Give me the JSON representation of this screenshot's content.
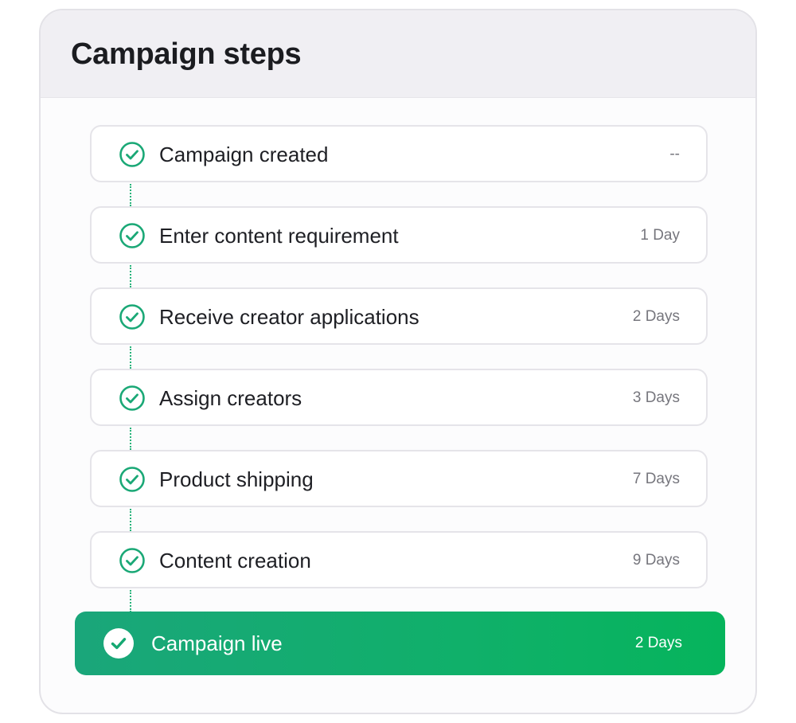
{
  "card": {
    "title": "Campaign steps"
  },
  "steps": [
    {
      "label": "Campaign created",
      "duration": "--",
      "icon": "check-circle-icon"
    },
    {
      "label": "Enter content requirement",
      "duration": "1 Day",
      "icon": "check-circle-icon"
    },
    {
      "label": "Receive creator applications",
      "duration": "2 Days",
      "icon": "check-circle-icon"
    },
    {
      "label": "Assign creators",
      "duration": "3 Days",
      "icon": "check-circle-icon"
    },
    {
      "label": "Product shipping",
      "duration": "7 Days",
      "icon": "check-circle-icon"
    },
    {
      "label": "Content creation",
      "duration": "9 Days",
      "icon": "check-circle-icon"
    }
  ],
  "current_step": {
    "label": "Campaign live",
    "duration": "2 Days",
    "icon": "check-circle-filled-icon"
  },
  "colors": {
    "accent": "#12A86F",
    "accent_end": "#06B45C",
    "card_header_bg": "#F0EFF3",
    "title_text": "#1B1C20",
    "duration_text": "#76767D"
  }
}
